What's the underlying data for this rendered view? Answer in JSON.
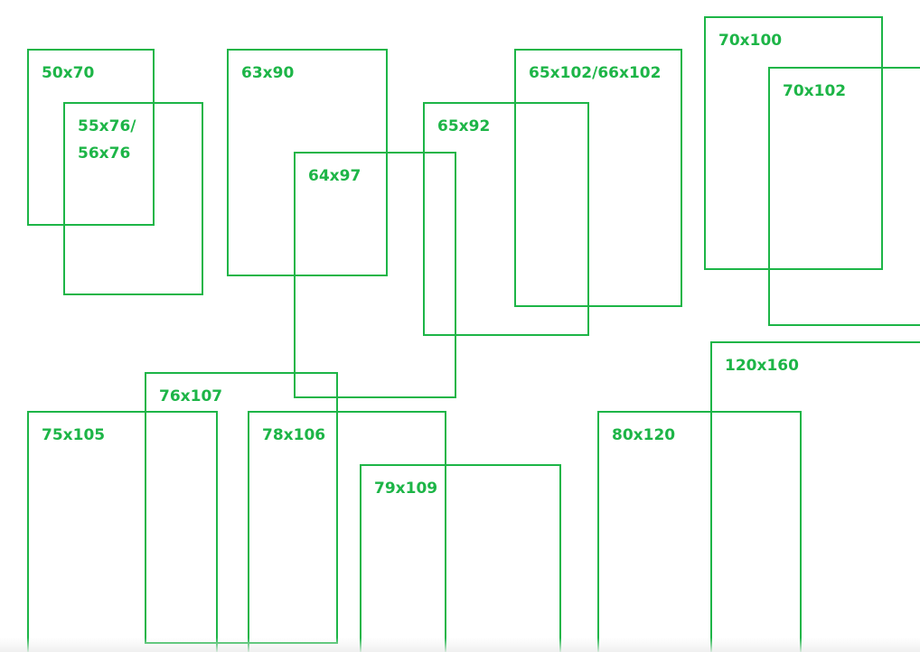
{
  "colors": {
    "stroke": "#1db547",
    "background": "#ffffff"
  },
  "boxes": [
    {
      "label": "50x70"
    },
    {
      "label": "55x76/",
      "label2": "56x76"
    },
    {
      "label": "63x90"
    },
    {
      "label": "64x97"
    },
    {
      "label": "65x92"
    },
    {
      "label": "65x102/66x102"
    },
    {
      "label": "70x100"
    },
    {
      "label": "70x102"
    },
    {
      "label": "120x160"
    },
    {
      "label": "76x107"
    },
    {
      "label": "75x105"
    },
    {
      "label": "78x106"
    },
    {
      "label": "79x109"
    },
    {
      "label": "80x120"
    }
  ]
}
